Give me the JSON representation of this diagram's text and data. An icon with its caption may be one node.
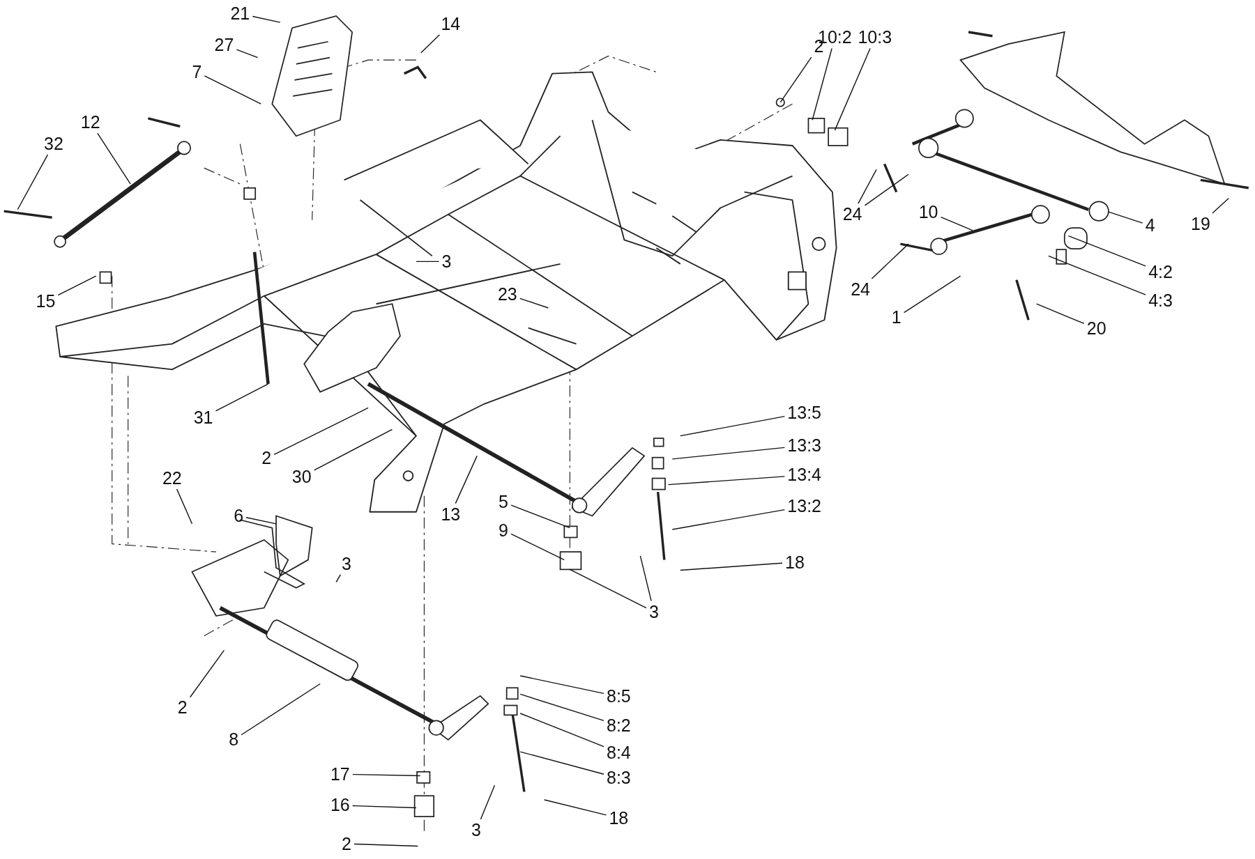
{
  "diagram": {
    "nodes": [
      {
        "text": [
          "21"
        ]
      },
      {
        "text": [
          "27"
        ]
      },
      {
        "text": [
          "7"
        ]
      },
      {
        "text": [
          "14"
        ]
      },
      {
        "text": [
          "12"
        ]
      },
      {
        "text": [
          "32"
        ]
      },
      {
        "text": [
          "15"
        ]
      },
      {
        "text": [
          "3"
        ]
      },
      {
        "text": [
          "23"
        ]
      },
      {
        "text": [
          "31"
        ]
      },
      {
        "text": [
          "2"
        ]
      },
      {
        "text": [
          "30"
        ]
      },
      {
        "text": [
          "13"
        ]
      },
      {
        "text": [
          "22"
        ]
      },
      {
        "text": [
          "6"
        ]
      },
      {
        "text": [
          "3"
        ]
      },
      {
        "text": [
          "5"
        ]
      },
      {
        "text": [
          "9"
        ]
      },
      {
        "text": [
          "3"
        ]
      },
      {
        "text": [
          "13:5"
        ]
      },
      {
        "text": [
          "13:3"
        ]
      },
      {
        "text": [
          "13:4"
        ]
      },
      {
        "text": [
          "13:2"
        ]
      },
      {
        "text": [
          "18"
        ]
      },
      {
        "text": [
          "2"
        ]
      },
      {
        "text": [
          "8"
        ]
      },
      {
        "text": [
          "8:5"
        ]
      },
      {
        "text": [
          "8:2"
        ]
      },
      {
        "text": [
          "8:4"
        ]
      },
      {
        "text": [
          "8:3"
        ]
      },
      {
        "text": [
          "17"
        ]
      },
      {
        "text": [
          "16"
        ]
      },
      {
        "text": [
          "2"
        ]
      },
      {
        "text": [
          "3"
        ]
      },
      {
        "text": [
          "18"
        ]
      },
      {
        "text": [
          "2"
        ]
      },
      {
        "text": [
          "10:2"
        ]
      },
      {
        "text": [
          "10:3"
        ]
      },
      {
        "text": [
          "24"
        ]
      },
      {
        "text": [
          "10"
        ]
      },
      {
        "text": [
          "4"
        ]
      },
      {
        "text": [
          "19"
        ]
      },
      {
        "text": [
          "24"
        ]
      },
      {
        "text": [
          "4:2"
        ]
      },
      {
        "text": [
          "4:3"
        ]
      },
      {
        "text": [
          "1"
        ]
      },
      {
        "text": [
          "20"
        ]
      }
    ],
    "edges": [
      {
        "from": 0,
        "to": null,
        "arrow": "none"
      },
      {
        "from": 1,
        "to": null,
        "arrow": "none"
      },
      {
        "from": 2,
        "to": null,
        "arrow": "none"
      },
      {
        "from": 3,
        "to": null,
        "arrow": "none"
      },
      {
        "from": 4,
        "to": null,
        "arrow": "none"
      },
      {
        "from": 5,
        "to": null,
        "arrow": "none"
      },
      {
        "from": 6,
        "to": null,
        "arrow": "none"
      },
      {
        "from": 7,
        "to": null,
        "arrow": "none"
      },
      {
        "from": 8,
        "to": null,
        "arrow": "none"
      },
      {
        "from": 9,
        "to": null,
        "arrow": "none"
      },
      {
        "from": 10,
        "to": null,
        "arrow": "none"
      },
      {
        "from": 11,
        "to": null,
        "arrow": "none"
      },
      {
        "from": 12,
        "to": null,
        "arrow": "none"
      },
      {
        "from": 13,
        "to": null,
        "arrow": "none"
      },
      {
        "from": 14,
        "to": null,
        "arrow": "none"
      },
      {
        "from": 15,
        "to": null,
        "arrow": "none"
      },
      {
        "from": 16,
        "to": null,
        "arrow": "none"
      },
      {
        "from": 17,
        "to": null,
        "arrow": "none"
      },
      {
        "from": 18,
        "to": null,
        "arrow": "none"
      },
      {
        "from": 18,
        "to": null,
        "arrow": "none"
      },
      {
        "from": 19,
        "to": null,
        "arrow": "none"
      },
      {
        "from": 20,
        "to": null,
        "arrow": "none"
      },
      {
        "from": 21,
        "to": null,
        "arrow": "none"
      },
      {
        "from": 22,
        "to": null,
        "arrow": "none"
      },
      {
        "from": 23,
        "to": null,
        "arrow": "none"
      },
      {
        "from": 24,
        "to": null,
        "arrow": "none"
      },
      {
        "from": 25,
        "to": null,
        "arrow": "none"
      },
      {
        "from": 26,
        "to": null,
        "arrow": "none"
      },
      {
        "from": 27,
        "to": null,
        "arrow": "none"
      },
      {
        "from": 28,
        "to": null,
        "arrow": "none"
      },
      {
        "from": 29,
        "to": null,
        "arrow": "none"
      },
      {
        "from": 30,
        "to": null,
        "arrow": "none"
      },
      {
        "from": 31,
        "to": null,
        "arrow": "none"
      },
      {
        "from": 32,
        "to": null,
        "arrow": "none"
      },
      {
        "from": 33,
        "to": null,
        "arrow": "none"
      },
      {
        "from": 34,
        "to": null,
        "arrow": "none"
      },
      {
        "from": 35,
        "to": null,
        "arrow": "none"
      },
      {
        "from": 36,
        "to": null,
        "arrow": "none"
      },
      {
        "from": 37,
        "to": null,
        "arrow": "none"
      },
      {
        "from": 38,
        "to": null,
        "arrow": "none"
      },
      {
        "from": 38,
        "to": null,
        "arrow": "none"
      },
      {
        "from": 39,
        "to": null,
        "arrow": "none"
      },
      {
        "from": 40,
        "to": null,
        "arrow": "none"
      },
      {
        "from": 41,
        "to": null,
        "arrow": "none"
      },
      {
        "from": 42,
        "to": null,
        "arrow": "none"
      },
      {
        "from": 43,
        "to": null,
        "arrow": "none"
      },
      {
        "from": 44,
        "to": null,
        "arrow": "none"
      },
      {
        "from": 45,
        "to": null,
        "arrow": "none"
      },
      {
        "from": 46,
        "to": null,
        "arrow": "none"
      }
    ]
  }
}
